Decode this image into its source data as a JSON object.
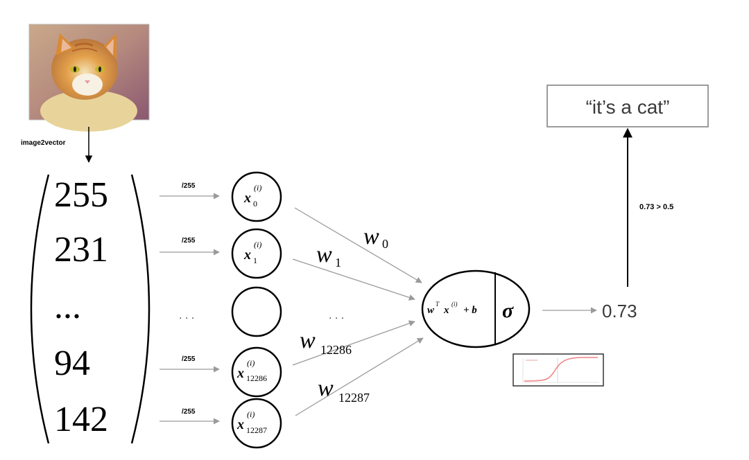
{
  "image_caption": "image2vector",
  "vector_values": [
    "255",
    "231",
    "...",
    "94",
    "142"
  ],
  "divide_labels": [
    "/255",
    "/255",
    "/255",
    "/255"
  ],
  "middle_dots": ". . .",
  "inputs": {
    "x0": {
      "base": "x",
      "sup": "(i)",
      "sub": "0"
    },
    "x1": {
      "base": "x",
      "sup": "(i)",
      "sub": "1"
    },
    "x12286": {
      "base": "x",
      "sup": "(i)",
      "sub": "12286"
    },
    "x12287": {
      "base": "x",
      "sup": "(i)",
      "sub": "12287"
    }
  },
  "weights": {
    "w0": {
      "base": "w",
      "sub": "0"
    },
    "w1": {
      "base": "w",
      "sub": "1"
    },
    "w12286": {
      "base": "w",
      "sub": "12286"
    },
    "w12287": {
      "base": "w",
      "sub": "12287"
    }
  },
  "neuron": {
    "w": "w",
    "T": "T",
    "x": "x",
    "xsup": "(i)",
    "plus_b": "+ b",
    "sigma": "σ"
  },
  "output_value": "0.73",
  "threshold_label": "0.73 > 0.5",
  "result_text": "“it’s a cat”",
  "colors": {
    "line": "#000000",
    "arrow": "#9a9a9a",
    "box_border": "#7a7a7a",
    "output_text": "#3a3a3a",
    "sigmoid_curve": "#f08080",
    "cat_fur": "#d9862b",
    "cat_bg": "#a06a7c"
  }
}
